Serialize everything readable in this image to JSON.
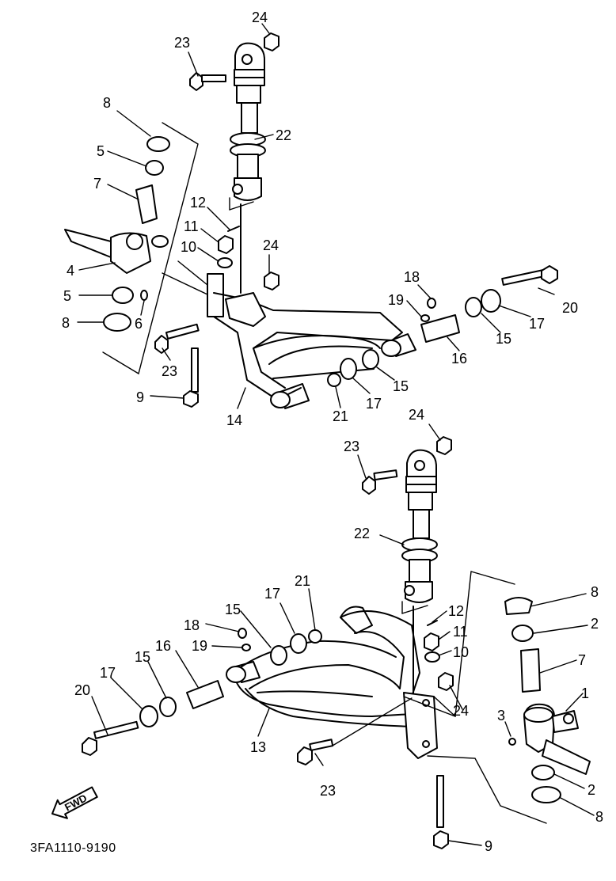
{
  "diagram_code": "3FA1110-9190",
  "fwd_label": "FWD",
  "upper": {
    "c24": "24",
    "c23": "23",
    "c8a": "8",
    "c22": "22",
    "c5a": "5",
    "c7": "7",
    "c12": "12",
    "c11": "11",
    "c10": "10",
    "c24b": "24",
    "c4": "4",
    "c5b": "5",
    "c6": "6",
    "c8b": "8",
    "c23b": "23",
    "c9": "9",
    "c14": "14",
    "c18": "18",
    "c19": "19",
    "c20": "20",
    "c17a": "17",
    "c15a": "15",
    "c16": "16",
    "c15b": "15",
    "c17b": "17",
    "c21": "21"
  },
  "lower": {
    "c24": "24",
    "c23": "23",
    "c22": "22",
    "c21": "21",
    "c17": "17",
    "c15": "15",
    "c18": "18",
    "c19": "19",
    "c16": "16",
    "c15b": "15",
    "c17b": "17",
    "c20": "20",
    "c13": "13",
    "c23b": "23",
    "c12": "12",
    "c11": "11",
    "c10": "10",
    "c24b": "24",
    "c8": "8",
    "c2": "2",
    "c7": "7",
    "c1": "1",
    "c3": "3",
    "c2b": "2",
    "c8b": "8",
    "c9": "9"
  }
}
